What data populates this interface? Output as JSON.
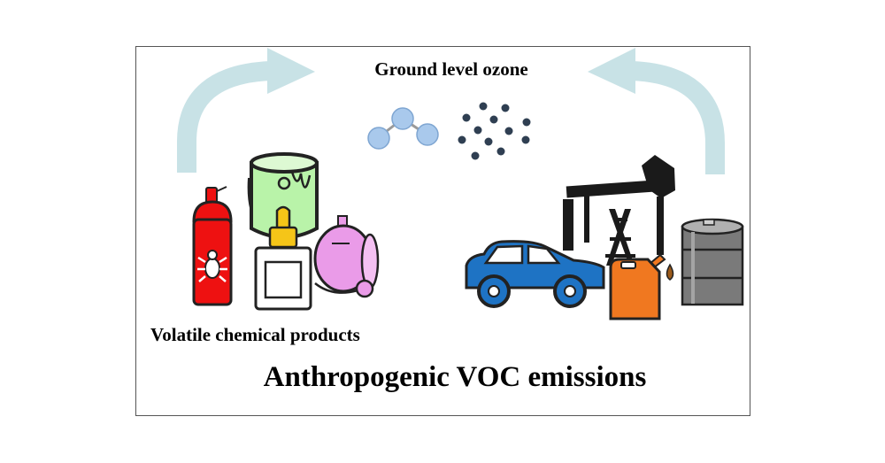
{
  "labels": {
    "top_title": "Ground level ozone",
    "left_label": "Volatile chemical products",
    "bottom_title": "Anthropogenic VOC emissions"
  },
  "colors": {
    "arrow": "#c8e2e6",
    "spray_can": "#ee1111",
    "paint_can": "#b9f3a9",
    "glue_cap": "#f5c518",
    "perfume": "#ea9be8",
    "car": "#1e73c4",
    "jerry_can": "#f07820",
    "pump": "#1a1a1a",
    "barrel": "#7a7a7a",
    "molecule": "#a9c9ec",
    "particle": "#2f3f52"
  },
  "icons": [
    "up-arrow-left-icon",
    "up-arrow-right-icon",
    "ozone-molecule-icon",
    "particles-icon",
    "spray-can-icon",
    "paint-can-icon",
    "glue-bottle-icon",
    "perfume-bottle-icon",
    "car-icon",
    "oil-pump-icon",
    "jerry-can-icon",
    "oil-barrel-icon"
  ]
}
